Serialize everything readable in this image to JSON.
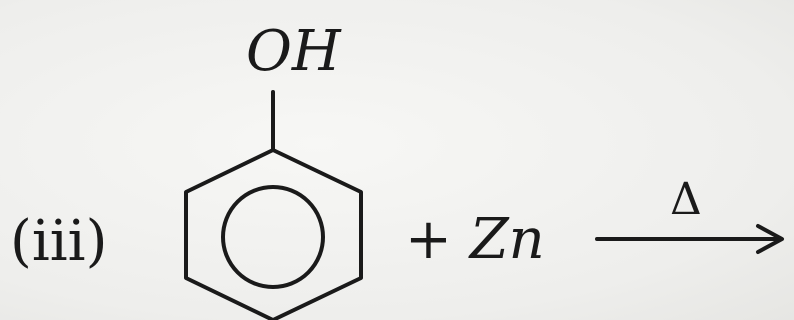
{
  "reaction": {
    "label": "(iii)",
    "substituent": "OH",
    "plus": "+",
    "reagent": "Zn",
    "condition": "Δ"
  }
}
